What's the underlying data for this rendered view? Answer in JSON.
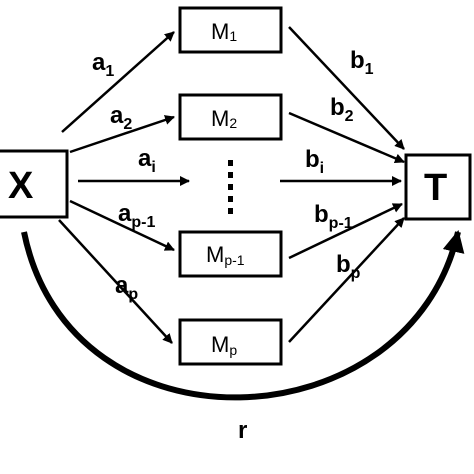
{
  "nodes": {
    "x": "X",
    "t": "T",
    "m1": {
      "main": "M",
      "sub": "1"
    },
    "m2": {
      "main": "M",
      "sub": "2"
    },
    "mp1": {
      "main": "M",
      "sub": "p-1"
    },
    "mp": {
      "main": "M",
      "sub": "p"
    },
    "ellipsis": "⋮"
  },
  "paths": {
    "a1": {
      "main": "a",
      "sub": "1"
    },
    "a2": {
      "main": "a",
      "sub": "2"
    },
    "ai": {
      "main": "a",
      "sub": "i"
    },
    "ap1": {
      "main": "a",
      "sub": "p-1"
    },
    "ap": {
      "main": "a",
      "sub": "p"
    },
    "b1": {
      "main": "b",
      "sub": "1"
    },
    "b2": {
      "main": "b",
      "sub": "2"
    },
    "bi": {
      "main": "b",
      "sub": "i"
    },
    "bp1": {
      "main": "b",
      "sub": "p-1"
    },
    "bp": {
      "main": "b",
      "sub": "p"
    },
    "r": "r"
  }
}
